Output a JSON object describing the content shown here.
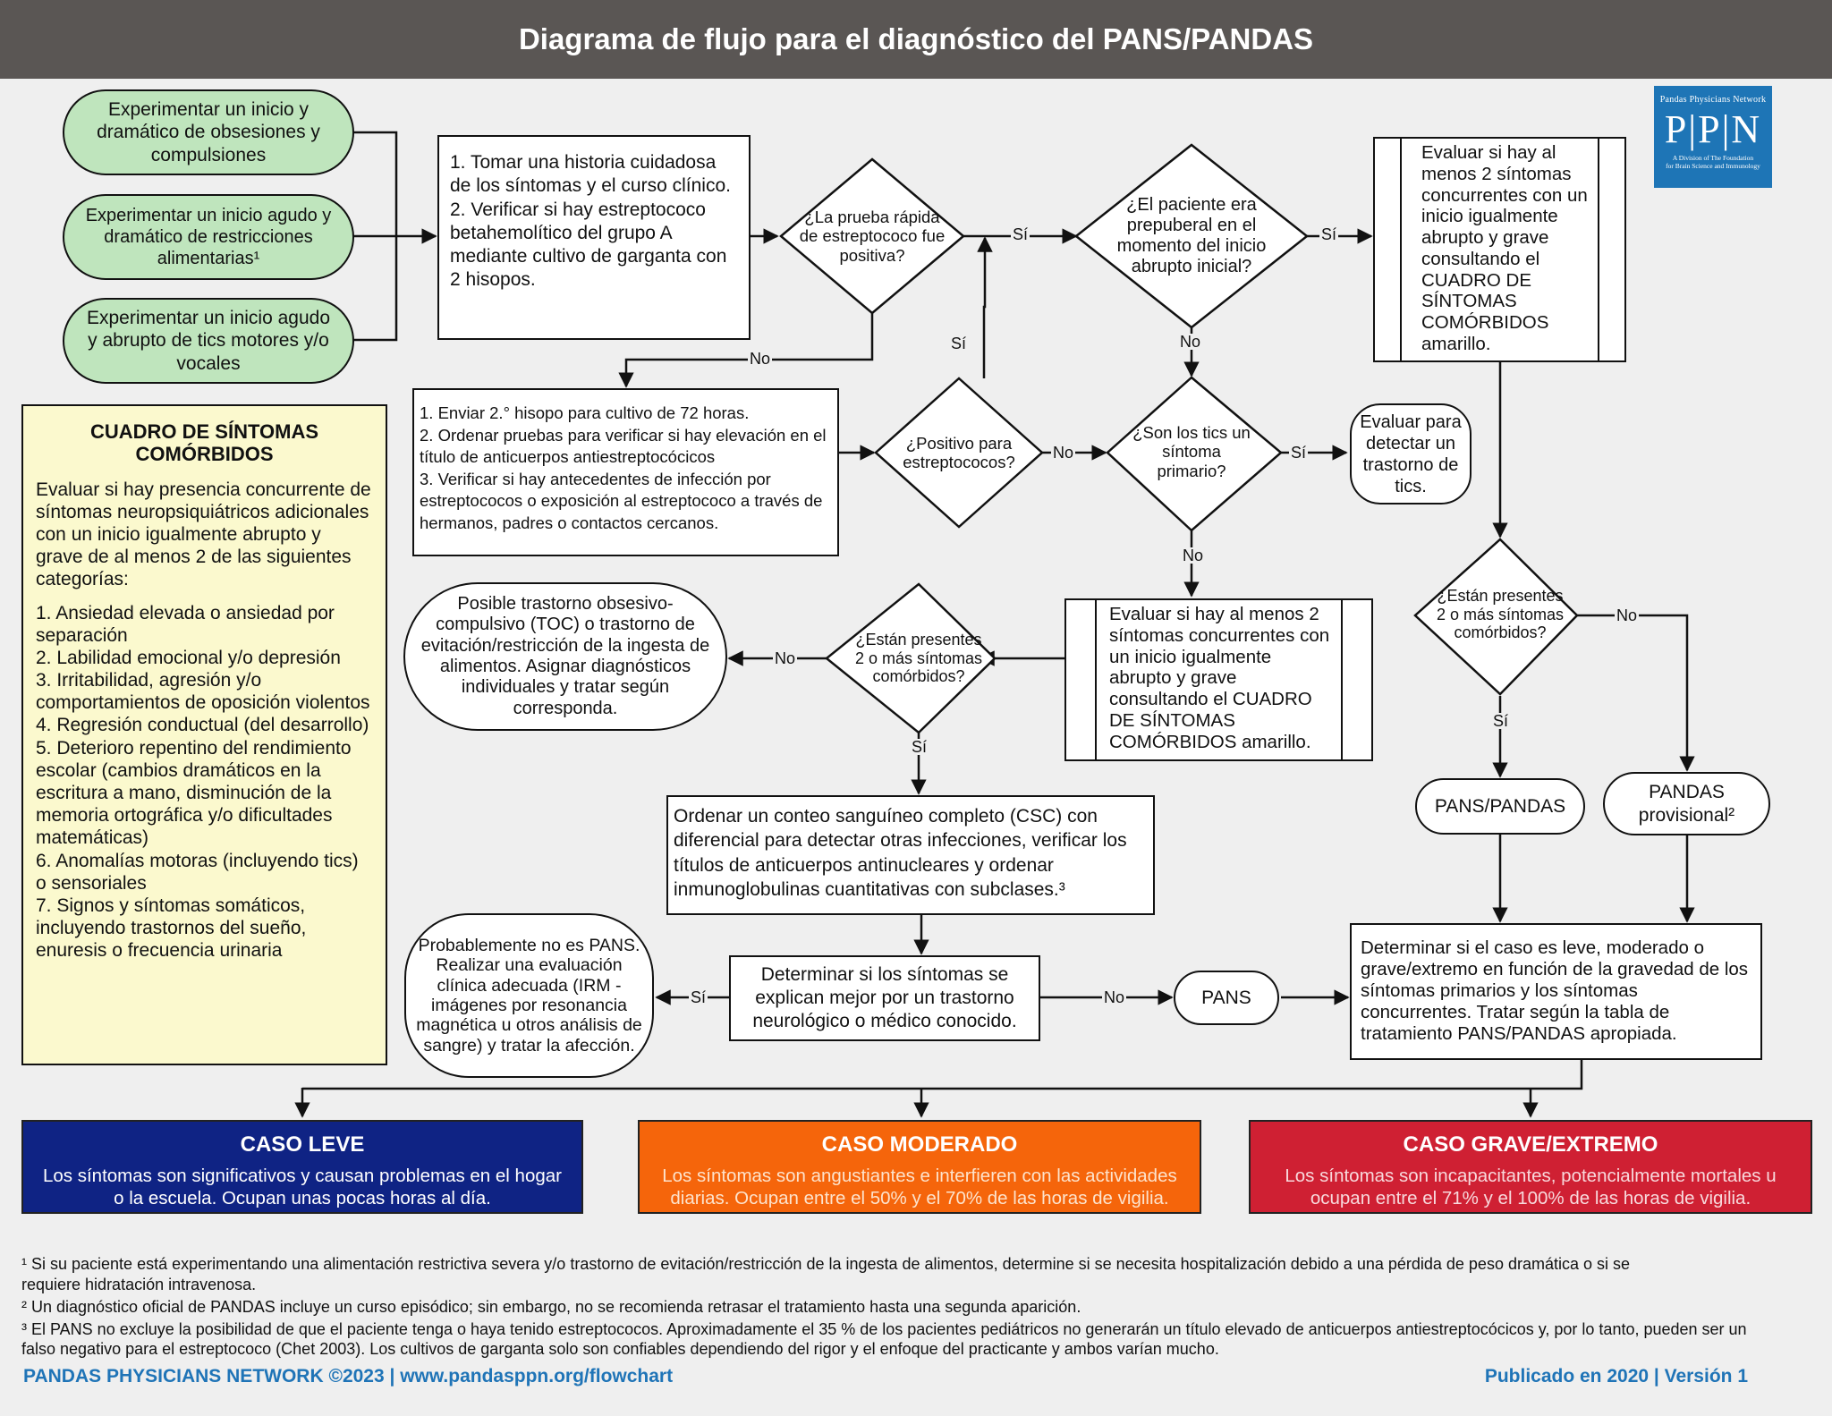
{
  "title": "Diagrama de flujo para el diagnóstico del PANS/PANDAS",
  "logo": {
    "top": "Pandas Physicians Network",
    "letters": "P|P|N",
    "sub1": "A Division of The Foundation",
    "sub2": "for Brain Science and Immunology"
  },
  "onset": [
    "Experimentar un inicio y dramático de obsesiones y compulsiones",
    "Experimentar un inicio agudo y dramático de restricciones alimentarias¹",
    "Experimentar un inicio agudo y abrupto de tics motores y/o vocales"
  ],
  "history_box": "1. Tomar una historia cuidadosa de los síntomas y el curso clínico.\n2. Verificar si hay estreptococo betahemolítico del grupo A mediante cultivo de garganta con 2 hisopos.",
  "strep_box": "1. Enviar 2.° hisopo para cultivo de 72 horas.\n2. Ordenar pruebas para verificar si hay elevación en el título de anticuerpos antiestreptocócicos\n3. Verificar si hay antecedentes de infección por estreptococos o exposición al estreptococo a través de hermanos, padres o contactos cercanos.",
  "diamonds": {
    "rapid": "¿La prueba rápida de estreptococo fue positiva?",
    "prepubertal": "¿El paciente era prepuberal en el momento del inicio abrupto inicial?",
    "positive": "¿Positivo para estreptococos?",
    "tics": "¿Son los tics un síntoma primario?",
    "two_left": "¿Están presentes 2 o más síntomas comórbidos?",
    "two_right": "¿Están presentes 2 o más síntomas comórbidos?"
  },
  "labels": {
    "yes": "Sí",
    "no": "No"
  },
  "eval_right": "Evaluar si hay al menos 2 síntomas concurrentes con un inicio igualmente abrupto y grave consultando el CUADRO DE SÍNTOMAS COMÓRBIDOS amarillo.",
  "eval_mid": "Evaluar si hay al menos 2 síntomas concurrentes con un inicio igualmente abrupto y grave consultando el CUADRO DE SÍNTOMAS COMÓRBIDOS amarillo.",
  "eval_tics": "Evaluar para detectar un trastorno de tics.",
  "possible_toc": "Posible trastorno obsesivo-compulsivo (TOC) o trastorno de evitación/restricción de la ingesta de alimentos. Asignar diagnósticos individuales y tratar según corresponda.",
  "csc_box": "Ordenar un conteo sanguíneo completo (CSC) con diferencial para detectar otras infecciones, verificar los títulos de anticuerpos antinucleares y ordenar inmunoglobulinas cuantitativas con subclases.³",
  "neuro_box": "Determinar si los síntomas se explican mejor por un trastorno neurológico o médico conocido.",
  "not_pans": "Probablemente no es PANS. Realizar una evaluación clínica adecuada (IRM - imágenes por resonancia magnética u otros análisis de sangre) y tratar la afección.",
  "pans": "PANS",
  "pans_pandas": "PANS/PANDAS",
  "pandas_prov": "PANDAS provisional²",
  "severity_box": "Determinar si el caso es leve, moderado o grave/extremo en función de la gravedad de los síntomas primarios y los síntomas concurrentes. Tratar según la tabla de tratamiento PANS/PANDAS apropiada.",
  "comorbid": {
    "title": "CUADRO DE SÍNTOMAS COMÓRBIDOS",
    "intro": "Evaluar si hay presencia concurrente de síntomas neuropsiquiátricos adicionales con un inicio igualmente abrupto y grave de al menos 2 de las siguientes categorías:",
    "items": [
      "1. Ansiedad elevada o ansiedad por separación",
      "2. Labilidad emocional y/o depresión",
      "3. Irritabilidad, agresión y/o comportamientos de oposición violentos",
      "4. Regresión conductual (del desarrollo)",
      "5. Deterioro repentino del rendimiento escolar (cambios dramáticos en la escritura a mano, disminución de la memoria ortográfica y/o dificultades matemáticas)",
      "6. Anomalías motoras (incluyendo tics) o sensoriales",
      "7. Signos y síntomas somáticos, incluyendo trastornos del sueño, enuresis o frecuencia urinaria"
    ]
  },
  "cases": [
    {
      "title": "CASO LEVE",
      "body": "Los síntomas son significativos y causan problemas en el hogar o la escuela. Ocupan unas pocas horas al día.",
      "color": "#0f2384",
      "text_color": "#ffffff"
    },
    {
      "title": "CASO MODERADO",
      "body": "Los síntomas son angustiantes e interfieren con las actividades diarias. Ocupan entre el 50% y el 70% de las horas de vigilia.",
      "color": "#f5650b",
      "text_color": "#fde3cc"
    },
    {
      "title": "CASO GRAVE/EXTREMO",
      "body": "Los síntomas son incapacitantes, potencialmente mortales u ocupan entre el 71% y el 100% de las horas de vigilia.",
      "color": "#cf2033",
      "text_color": "#f8d9dc"
    }
  ],
  "footnotes": [
    "¹ Si su paciente está experimentando una alimentación restrictiva severa y/o trastorno de evitación/restricción de la ingesta de alimentos, determine si se necesita hospitalización debido a una pérdida de peso dramática o si se requiere hidratación intravenosa.",
    "² Un diagnóstico oficial de PANDAS incluye un curso episódico; sin embargo, no se recomienda retrasar el tratamiento hasta una segunda aparición.",
    "³ El PANS no excluye la posibilidad de que el paciente tenga o haya tenido estreptococos. Aproximadamente el 35 % de los pacientes pediátricos no generarán un título elevado de anticuerpos antiestreptocócicos y, por lo tanto, pueden ser un falso negativo para el estreptococo (Chet 2003).   Los cultivos de garganta solo son confiables dependiendo del rigor y el enfoque del practicante y ambos varían mucho."
  ],
  "footer": {
    "left": "PANDAS PHYSICIANS NETWORK ©2023  |  www.pandasppn.org/flowchart",
    "right": "Publicado en 2020  |  Versión 1"
  }
}
